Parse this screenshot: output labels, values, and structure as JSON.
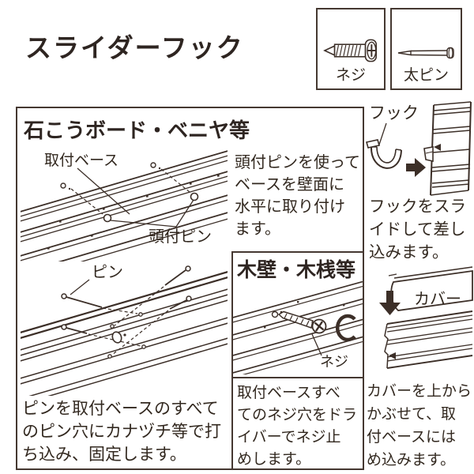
{
  "title": "スライダーフック",
  "colors": {
    "ink": "#3c2f28",
    "paper": "#ffffff"
  },
  "parts": {
    "screw": {
      "label": "ネジ"
    },
    "thick_pin": {
      "label": "太ピン"
    }
  },
  "board_panel": {
    "heading": "石こうボード・ベニヤ等",
    "labels": {
      "base": "取付ベース",
      "headed_pin": "頭付ピン",
      "pin": "ピン"
    },
    "instruction": "頭付ピンを使って\nベースを壁面に\n水平に取り付け\nます。",
    "caption": "ピンを取付ベースのすべて\nのピン穴にカナヅチ等で打\nち込み、固定します。"
  },
  "wood_panel": {
    "heading": "木壁・木桟等",
    "labels": {
      "screw": "ネジ"
    },
    "caption": "取付ベースすべ\nてのネジ穴をドラ\nイバーでネジ止\nめします。"
  },
  "hook_step": {
    "label": "フック",
    "caption": "フックをスラ\nイドして差し\n込みます。"
  },
  "cover_step": {
    "label": "カバー",
    "caption": "カバーを上から\nかぶせて、取\n付ベースには\nめ込みます。"
  }
}
